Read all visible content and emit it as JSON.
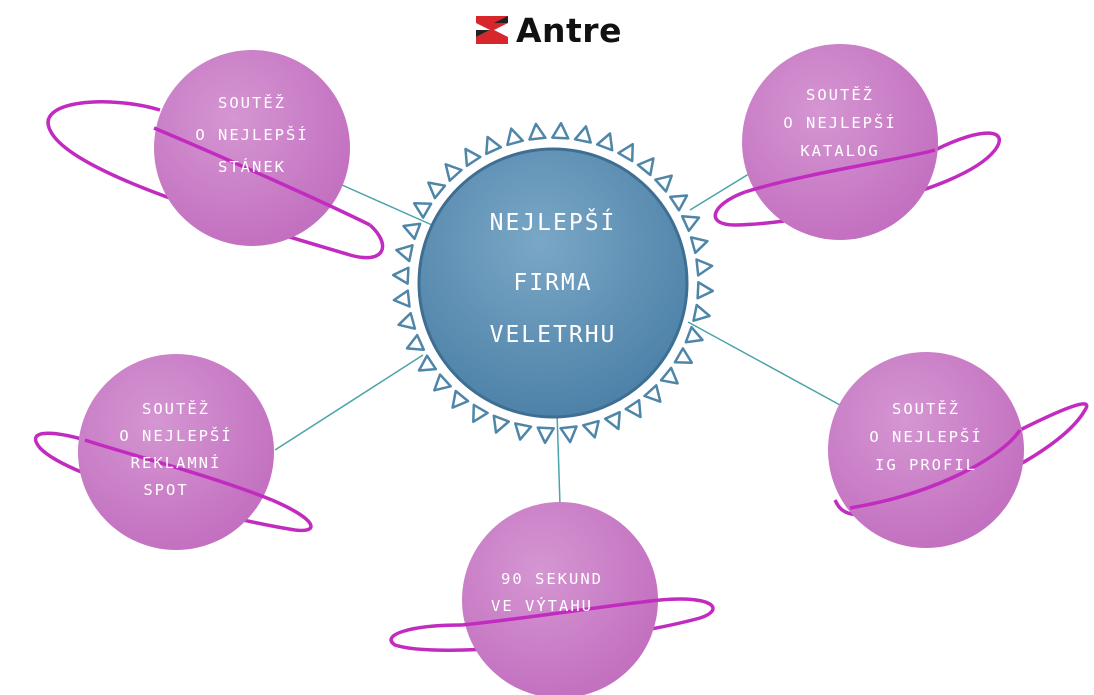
{
  "brand": {
    "name": "Antre"
  },
  "colors": {
    "center_fill": "#5b8fb5",
    "center_border": "#3e6f93",
    "spike": "#4f86a8",
    "connector": "#4aa3a8",
    "planet_fill": "#c97cc6",
    "ring": "#c22bbf",
    "logo_red": "#d7262c"
  },
  "center": {
    "lines": [
      "NEJLEPŠÍ",
      "FIRMA",
      "VELETRHU"
    ]
  },
  "planets": [
    {
      "id": "stanek",
      "lines": [
        "SOUTĚŽ",
        "O NEJLEPŠÍ",
        "STÁNEK"
      ]
    },
    {
      "id": "katalog",
      "lines": [
        "SOUTĚŽ",
        "O NEJLEPŠÍ",
        "KATALOG"
      ]
    },
    {
      "id": "spot",
      "lines": [
        "SOUTĚŽ",
        "O NEJLEPŠÍ",
        "REKLAMNÍ",
        "SPOT"
      ]
    },
    {
      "id": "ig",
      "lines": [
        "SOUTĚŽ",
        "O NEJLEPŠÍ",
        "IG PROFIL"
      ]
    },
    {
      "id": "vytah",
      "lines": [
        "90 SEKUND",
        "VE VÝTAHU"
      ]
    }
  ]
}
